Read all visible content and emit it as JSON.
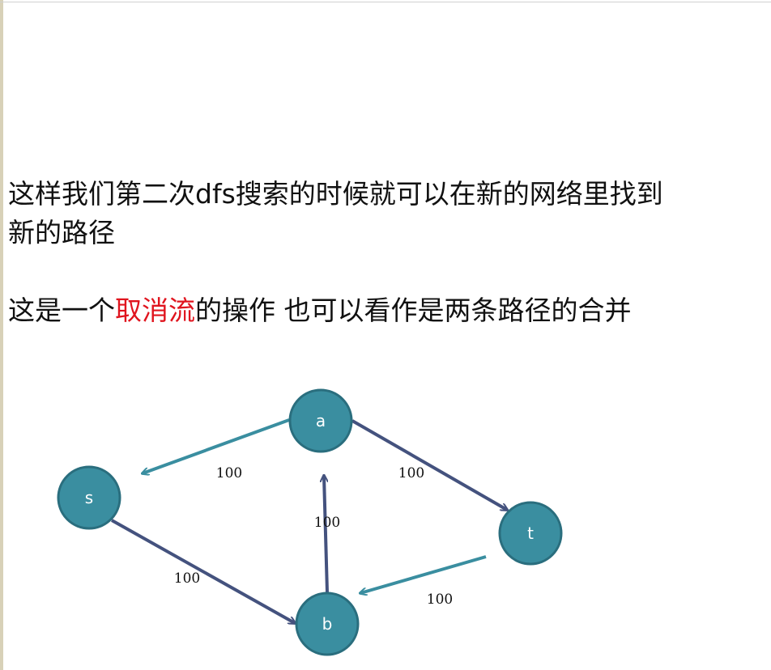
{
  "text": {
    "line1": "这样我们第二次dfs搜索的时候就可以在新的网络里找到新的路径",
    "line2_before": "这是一个",
    "line2_highlight": "取消流",
    "line2_after": "的操作  也可以看作是两条路径的合并"
  },
  "colors": {
    "node_fill": "#3a8ea0",
    "node_stroke": "#2a6e7e",
    "edge_dark": "#44527e",
    "edge_teal": "#3a8ea0",
    "highlight": "#e0141e"
  },
  "graph": {
    "nodes": [
      {
        "id": "a",
        "label": "a"
      },
      {
        "id": "s",
        "label": "s"
      },
      {
        "id": "t",
        "label": "t"
      },
      {
        "id": "b",
        "label": "b"
      }
    ],
    "edges": [
      {
        "id": "a-s",
        "label": "100"
      },
      {
        "id": "a-t",
        "label": "100"
      },
      {
        "id": "b-a",
        "label": "100"
      },
      {
        "id": "s-b",
        "label": "100"
      },
      {
        "id": "t-b",
        "label": "100"
      }
    ]
  }
}
